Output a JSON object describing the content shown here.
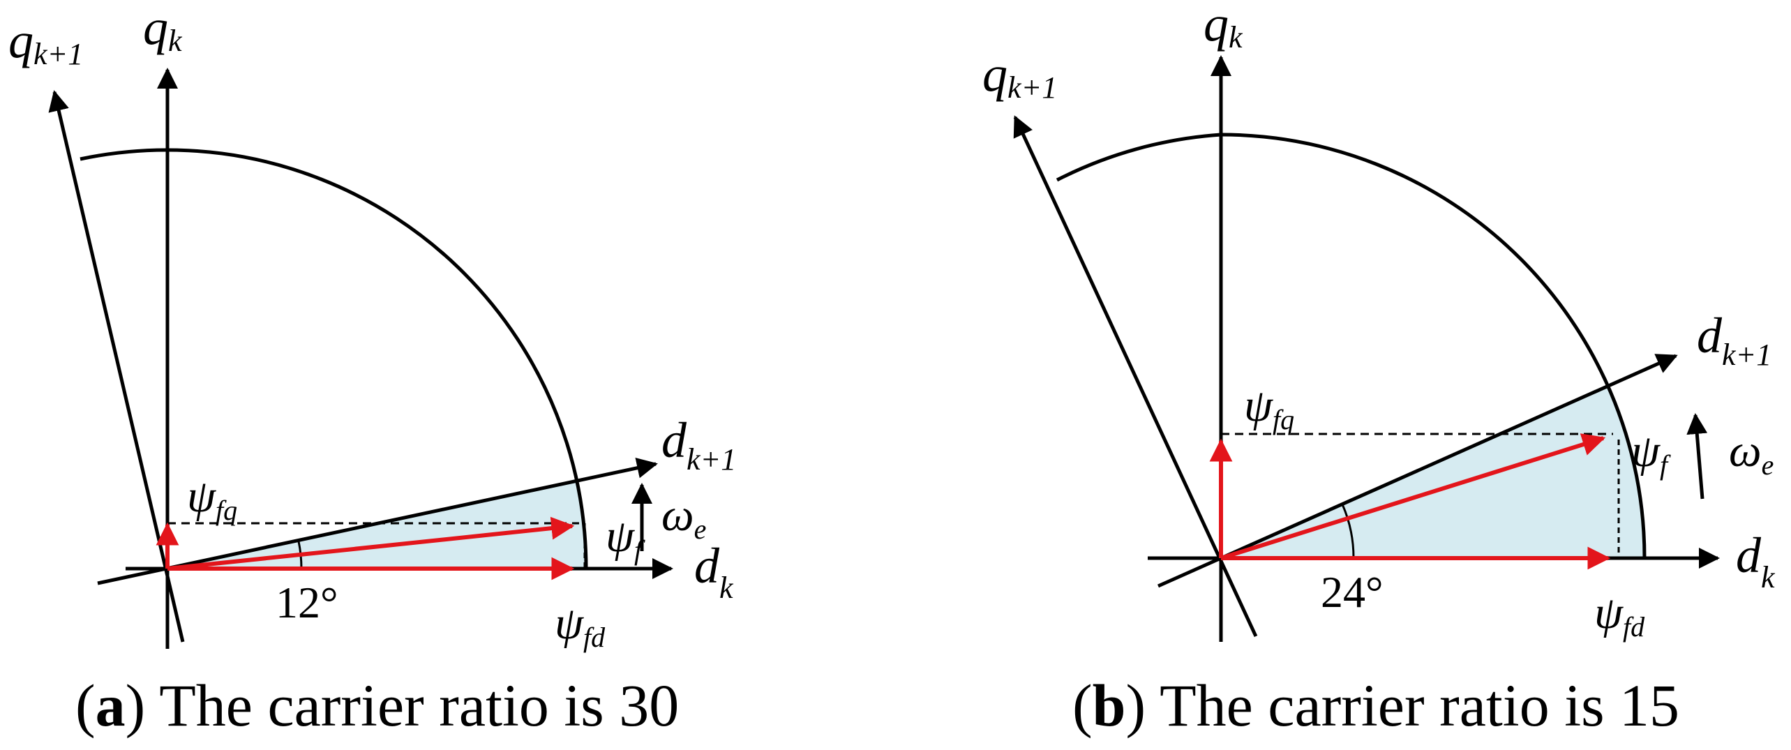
{
  "panels": [
    {
      "id": "a",
      "angle_text": "12°",
      "caption_letter": "a",
      "caption_text": "The carrier ratio is 30",
      "labels": {
        "qk_main": "q",
        "qk_sub": "k",
        "qk1_main": "q",
        "qk1_sub": "k+1",
        "dk_main": "d",
        "dk_sub": "k",
        "dk1_main": "d",
        "dk1_sub": "k+1",
        "psi_fq_main": "ψ",
        "psi_fq_sub": "fq",
        "psi_fd_main": "ψ",
        "psi_fd_sub": "fd",
        "psi_f_main": "ψ",
        "psi_f_sub": "f",
        "omega_main": "ω",
        "omega_sub": "e"
      }
    },
    {
      "id": "b",
      "angle_text": "24°",
      "caption_letter": "b",
      "caption_text": "The carrier ratio is 15",
      "labels": {
        "qk_main": "q",
        "qk_sub": "k",
        "qk1_main": "q",
        "qk1_sub": "k+1",
        "dk_main": "d",
        "dk_sub": "k",
        "dk1_main": "d",
        "dk1_sub": "k+1",
        "psi_fq_main": "ψ",
        "psi_fq_sub": "fq",
        "psi_fd_main": "ψ",
        "psi_fd_sub": "fd",
        "psi_f_main": "ψ",
        "psi_f_sub": "f",
        "omega_main": "ω",
        "omega_sub": "e"
      }
    }
  ],
  "colors": {
    "vector_red": "#e3151b",
    "sector_fill": "#d6ebf1",
    "axis_black": "#000000"
  }
}
